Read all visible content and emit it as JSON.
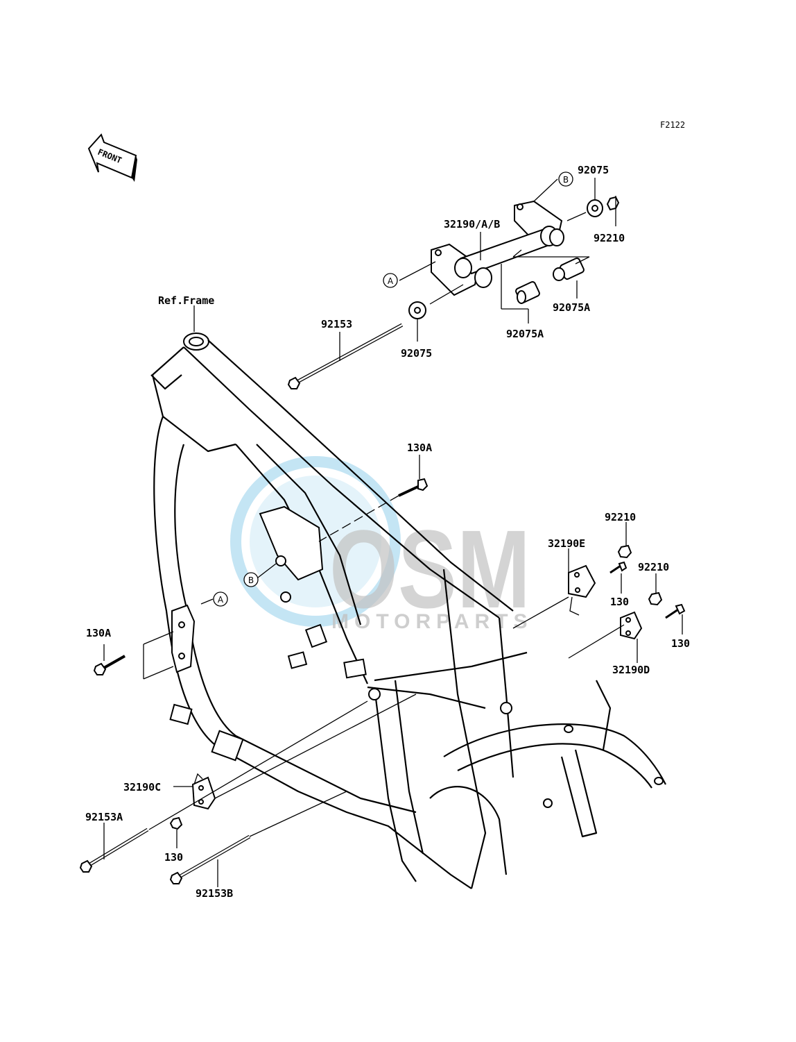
{
  "figure_code": "F2122",
  "front_label": "FRONT",
  "watermark": {
    "brand": "OSM",
    "sub": "MOTORPARTS",
    "color": "#7fc6e8",
    "gray": "#b8b8b8"
  },
  "ref_label": "Ref.Frame",
  "callouts": {
    "c_92075_top": "92075",
    "c_b_top": "B",
    "c_32190ab": "32190/A/B",
    "c_92210_top": "92210",
    "c_a_top": "A",
    "c_92075a_right": "92075A",
    "c_92075a_bottom": "92075A",
    "c_92153": "92153",
    "c_92075_mid": "92075",
    "c_130a_mid": "130A",
    "c_92210_mid1": "92210",
    "c_32190e": "32190E",
    "c_92210_mid2": "92210",
    "c_130_e": "130",
    "c_130_d": "130",
    "c_32190d": "32190D",
    "c_b_left": "B",
    "c_a_left": "A",
    "c_130a_left": "130A",
    "c_32190c": "32190C",
    "c_92153a": "92153A",
    "c_130_c": "130",
    "c_92153b": "92153B"
  }
}
